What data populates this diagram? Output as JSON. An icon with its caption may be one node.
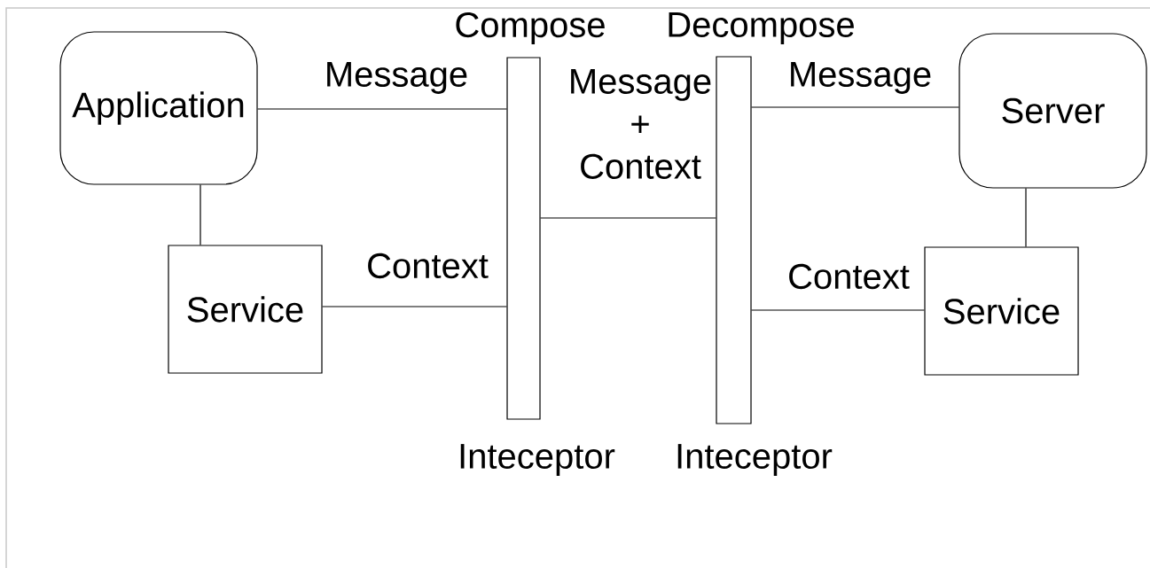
{
  "diagram": {
    "nodes": [
      {
        "text": [
          "Application"
        ]
      },
      {
        "text": [
          "Service"
        ]
      },
      {
        "text": [
          "Compose",
          "Inteceptor"
        ]
      },
      {
        "text": [
          "Decompose",
          "Inteceptor"
        ]
      },
      {
        "text": [
          "Server"
        ]
      },
      {
        "text": [
          "Service"
        ]
      }
    ],
    "edges": [
      {
        "from": 0,
        "to": 2,
        "arrow": "none",
        "label": "Message"
      },
      {
        "from": 0,
        "to": 1,
        "arrow": "none"
      },
      {
        "from": 1,
        "to": 2,
        "arrow": "none",
        "label": "Context"
      },
      {
        "from": 2,
        "to": 3,
        "arrow": "none",
        "label": "Message + Context"
      },
      {
        "from": 3,
        "to": 4,
        "arrow": "none",
        "label": "Message"
      },
      {
        "from": 4,
        "to": 5,
        "arrow": "none"
      },
      {
        "from": 3,
        "to": 5,
        "arrow": "none",
        "label": "Context"
      }
    ]
  }
}
